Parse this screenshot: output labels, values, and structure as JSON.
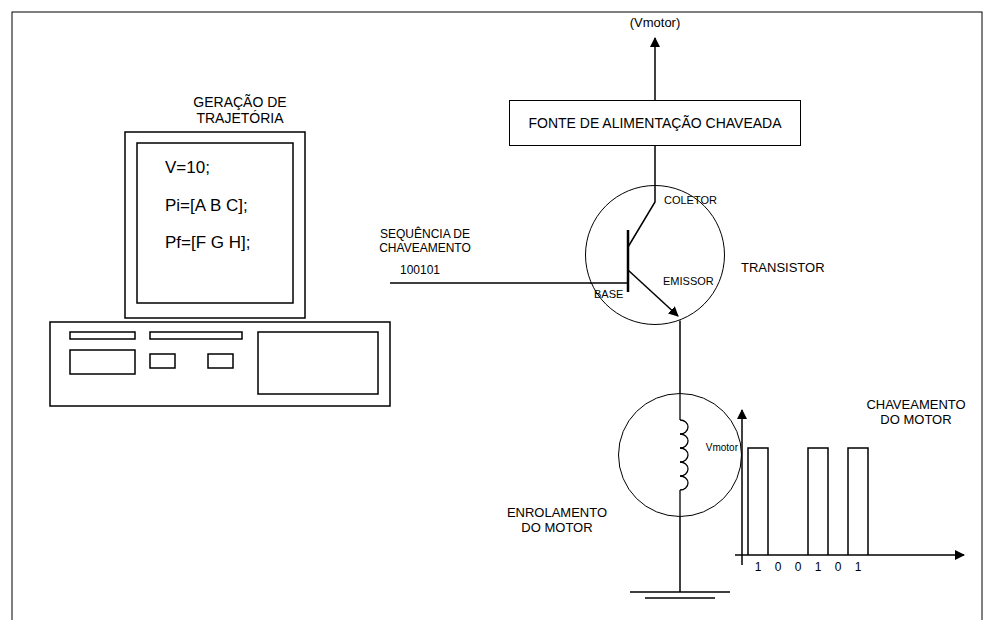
{
  "diagram": {
    "nodes": [
      {
        "text": [
          "GERAÇÃO DE TRAJETÓRIA",
          "V=10;",
          "Pi=[A B C];",
          "Pf=[F G H];"
        ]
      },
      {
        "text": [
          "FONTE DE ALIMENTAÇÃO CHAVEADA"
        ]
      },
      {
        "text": [
          "TRANSISTOR",
          "COLETOR",
          "BASE",
          "EMISSOR"
        ]
      },
      {
        "text": [
          "ENROLAMENTO DO MOTOR"
        ]
      }
    ],
    "edges": [
      {
        "from": 0,
        "to": 2,
        "arrow": "none",
        "label": "SEQUÊNCIA DE CHAVEAMENTO"
      },
      {
        "from": 1,
        "to": 2,
        "arrow": "none"
      },
      {
        "from": 2,
        "to": 3,
        "arrow": "none"
      }
    ],
    "labels": [
      "(Vmotor)",
      "100101",
      "CHAVEAMENTO DO MOTOR",
      "Vmotor",
      "1",
      "0",
      "0",
      "1",
      "0",
      "1"
    ]
  }
}
